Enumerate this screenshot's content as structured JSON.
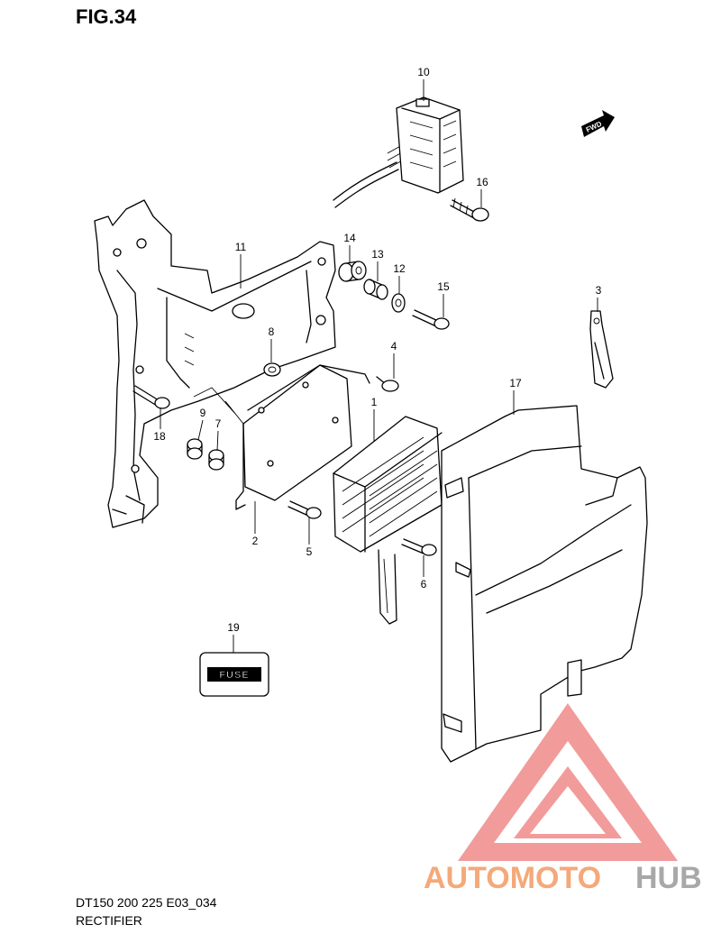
{
  "figure": {
    "title": "FIG.34"
  },
  "caption": {
    "model": "DT150 200 225 E03_034",
    "name": "RECTIFIER"
  },
  "fwd_label": "FWD",
  "fuse_label": "FUSE",
  "watermark": {
    "part1": "AUTOMOTO",
    "part2": "HUB",
    "color_primary": "#f4a97a",
    "color_secondary": "#f08a8a"
  },
  "callouts": {
    "c1": "1",
    "c2": "2",
    "c3": "3",
    "c4": "4",
    "c5": "5",
    "c6": "6",
    "c7": "7",
    "c8": "8",
    "c9": "9",
    "c10": "10",
    "c11": "11",
    "c12": "12",
    "c13": "13",
    "c14": "14",
    "c15": "15",
    "c16": "16",
    "c17": "17",
    "c18": "18",
    "c19": "19"
  }
}
